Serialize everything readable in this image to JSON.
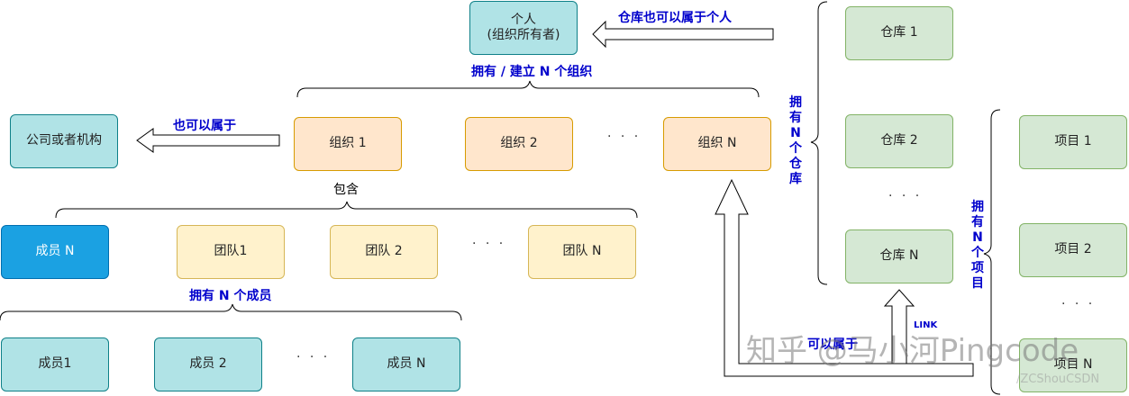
{
  "nodes": {
    "person_line1": "个人",
    "person_line2": "(组织所有者)",
    "company": "公司或者机构",
    "org1": "组织 1",
    "org2": "组织 2",
    "orgN": "组织 N",
    "member_n_blue": "成员 N",
    "team1": "团队1",
    "team2": "团队 2",
    "teamN": "团队 N",
    "member1": "成员1",
    "member2": "成员 2",
    "memberN": "成员 N",
    "warehouse1": "仓库 1",
    "warehouse2": "仓库 2",
    "warehouseN": "仓库 N",
    "project1": "项目 1",
    "project2": "项目 2",
    "projectN": "项目 N"
  },
  "labels": {
    "warehouse_belongs_person": "仓库也可以属于个人",
    "own_create_orgs": "拥有 / 建立 N 个组织",
    "also_belongs": "也可以属于",
    "contains": "包含",
    "own_members": "拥有 N 个成员",
    "own_warehouses": "拥有N个仓库",
    "own_projects": "拥有N个项目",
    "link": "LINK",
    "can_belong": "可以属于"
  },
  "ellipsis": "· · ·",
  "watermark": {
    "main": "知乎 @马小河Pingcode",
    "small": "/ZCShouCSDN"
  },
  "colors": {
    "teal_fill": "#b0e3e6",
    "orange_fill": "#ffe6cc",
    "green_fill": "#d5e8d4",
    "yellow_fill": "#fff2cc",
    "blue_fill": "#1ba1e2",
    "label_blue": "#0000cc"
  }
}
